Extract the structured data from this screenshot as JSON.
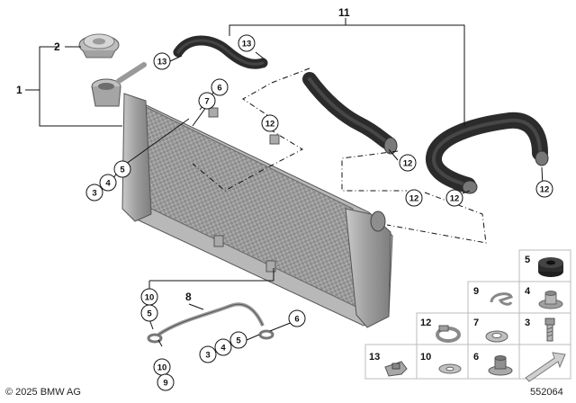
{
  "diagram": {
    "plain_labels": [
      "1",
      "2",
      "8",
      "11"
    ],
    "circled_labels": [
      "13",
      "13",
      "12",
      "12",
      "12",
      "12",
      "12",
      "7",
      "6",
      "5",
      "4",
      "3",
      "10",
      "5",
      "10",
      "9",
      "6",
      "5",
      "4",
      "3"
    ],
    "parts_grid": [
      {
        "num": "5",
        "icon": "grommet-icon"
      },
      {
        "num": "9",
        "icon": "spring-clip-icon"
      },
      {
        "num": "4",
        "icon": "bushing-icon"
      },
      {
        "num": "12",
        "icon": "hose-clamp-icon"
      },
      {
        "num": "7",
        "icon": "spring-washer-icon"
      },
      {
        "num": "3",
        "icon": "bolt-icon"
      },
      {
        "num": "13",
        "icon": "clamp-clip-icon"
      },
      {
        "num": "10",
        "icon": "washer-icon"
      },
      {
        "num": "6",
        "icon": "collar-nut-icon"
      }
    ]
  },
  "footer": {
    "copyright": "© 2025 BMW AG",
    "doc_number": "552064"
  },
  "colors": {
    "line": "#111111",
    "part_grey": "#9a9a9a",
    "hose_dark": "#2b2b2b",
    "nav_arrow": "#cfcfcf"
  }
}
